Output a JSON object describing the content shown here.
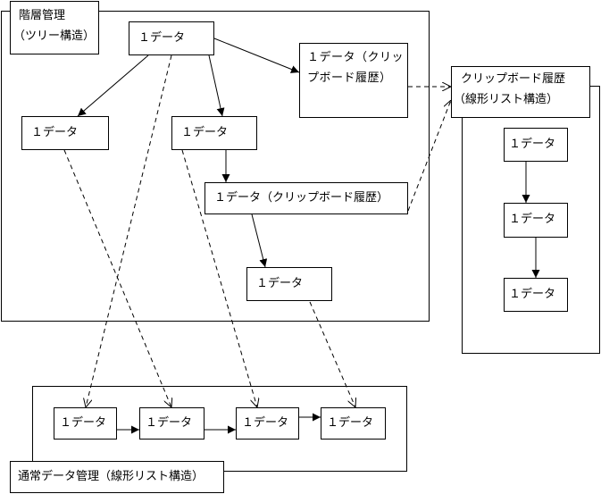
{
  "panels": {
    "hierarchy_label_line1": "階層管理",
    "hierarchy_label_line2": "（ツリー構造）",
    "clipboard_label_line1": "クリップボード履歴",
    "clipboard_label_line2": "（線形リスト構造）",
    "normal_label": "通常データ管理（線形リスト構造）"
  },
  "tree": {
    "root": "１データ",
    "left_child": "１データ",
    "mid_child": "１データ",
    "clip_child": "１データ（クリップボード履歴）",
    "wide_node": "１データ（クリップボード履歴）",
    "bottom_node": "１データ"
  },
  "clipboard_list": [
    "１データ",
    "１データ",
    "１データ"
  ],
  "normal_list": [
    "１データ",
    "１データ",
    "１データ",
    "１データ"
  ]
}
